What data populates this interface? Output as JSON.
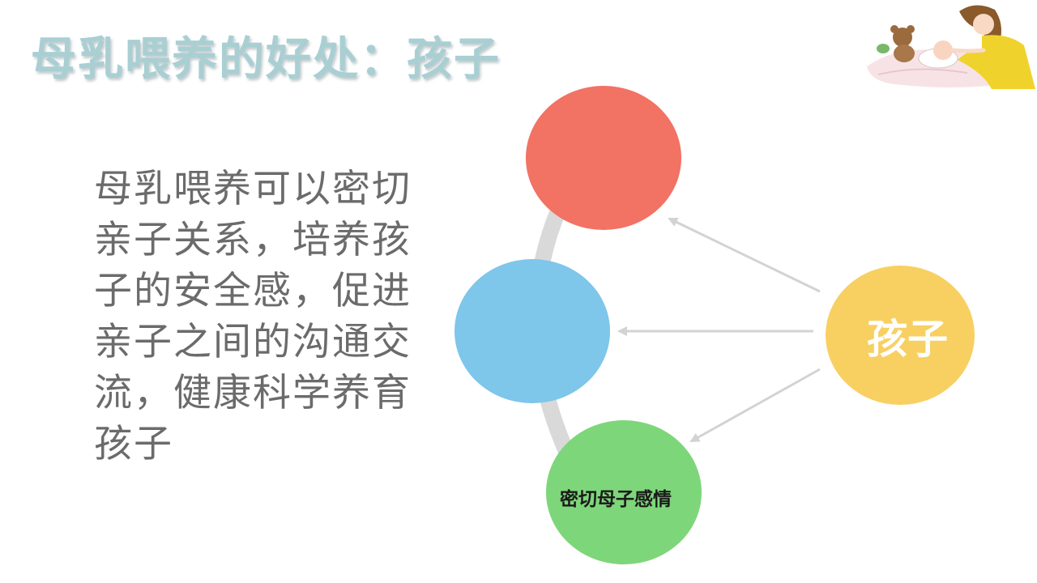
{
  "slide": {
    "title": "母乳喂养的好处：孩子",
    "body": "母乳喂养可以密切亲子关系，培养孩子的安全感，促进亲子之间的沟通交流，健康科学养育孩子"
  },
  "diagram": {
    "nodes": {
      "top": {
        "label": "",
        "color": "#f27264"
      },
      "middle": {
        "label": "",
        "color": "#7ec6ea"
      },
      "bottom": {
        "label": "密切母子感情",
        "color": "#7ed67a"
      },
      "source": {
        "label": "孩子",
        "color": "#f8d062"
      }
    },
    "arc_color": "#d9d9d9",
    "arrow_color": "#d3d3d3"
  },
  "illustration": {
    "icon": "mother-baby-illustration-icon"
  }
}
